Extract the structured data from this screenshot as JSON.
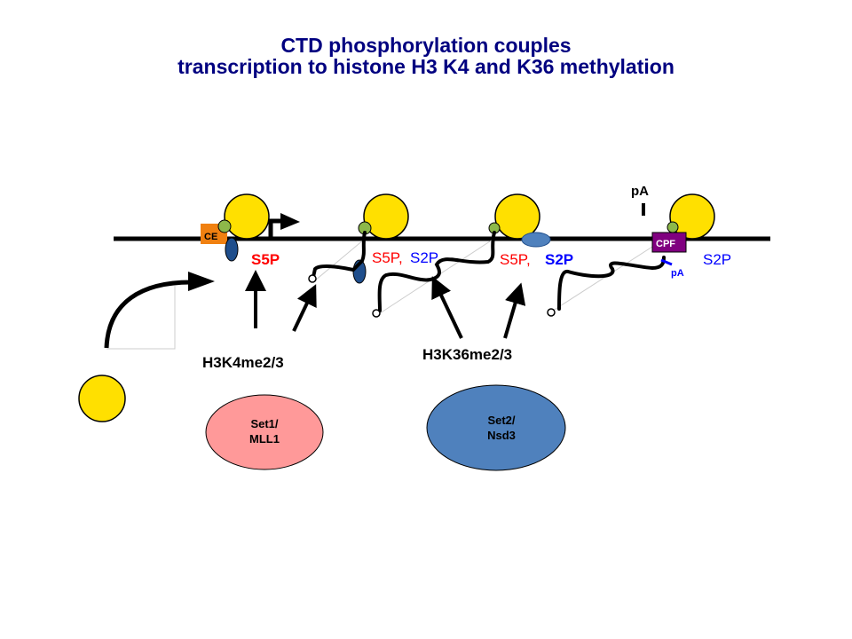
{
  "title": {
    "line1": "CTD phosphorylation couples",
    "line2": "transcription to histone H3 K4 and K36 methylation"
  },
  "colors": {
    "title": "#000080",
    "nucleosome": "#FFE000",
    "s5p_red": "#FF0000",
    "s2p_blue": "#0000FF",
    "ce_orange": "#F08010",
    "cpf_purple": "#800080",
    "set1_pink": "#FF9999",
    "set2_blue": "#4F81BD",
    "phospho_green": "#8DB84A",
    "polII_blue": "#1F4E8C"
  },
  "labels": {
    "ce": "CE",
    "cpf": "CPF",
    "pa_top": "pA",
    "pa_small": "pA",
    "s5p_1": "S5P",
    "s5p_2": "S5P,",
    "s2p_2": "S2P",
    "s5p_3": "S5P,",
    "s2p_3": "S2P",
    "s2p_4": "S2P",
    "h3k4": "H3K4me2/3",
    "h3k36": "H3K36me2/3"
  },
  "enzymes": {
    "set1": {
      "line1": "Set1/",
      "line2": "MLL1"
    },
    "set2": {
      "line1": "Set2/",
      "line2": "Nsd3"
    }
  }
}
